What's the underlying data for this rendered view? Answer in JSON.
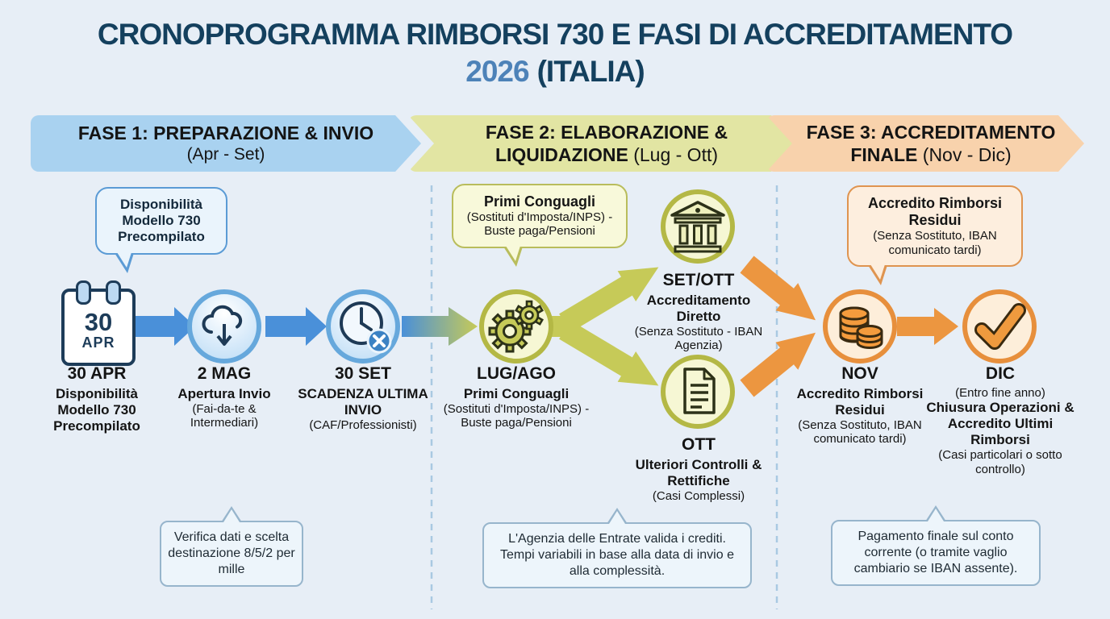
{
  "title": {
    "line1": "CRONOPROGRAMMA RIMBORSI 730 E FASI DI ACCREDITAMENTO",
    "year": "2026",
    "region": "(ITALIA)"
  },
  "phases": [
    {
      "label": "FASE 1: PREPARAZIONE & INVIO",
      "range": "(Apr - Set)",
      "color": "#a9d2f0"
    },
    {
      "label": "FASE 2: ELABORAZIONE & LIQUIDAZIONE",
      "range": "(Lug - Ott)",
      "color": "#e2e5a3"
    },
    {
      "label": "FASE 3: ACCREDITAMENTO FINALE",
      "range": "(Nov - Dic)",
      "color": "#f8d2ac"
    }
  ],
  "bubbles": [
    {
      "title": "Disponibilità Modello 730 Precompilato",
      "body": ""
    },
    {
      "title": "Primi Conguagli",
      "body": "(Sostituti d'Imposta/INPS) - Buste paga/Pensioni"
    },
    {
      "title": "Accredito Rimborsi Residui",
      "body": "(Senza Sostituto, IBAN comunicato tardi)"
    }
  ],
  "nodes": [
    {
      "icon": "calendar-icon",
      "calendar_day": "30",
      "calendar_month": "APR",
      "date": "30 APR",
      "title": "Disponibilità Modello 730 Precompilato",
      "subtitle": ""
    },
    {
      "icon": "cloud-download-icon",
      "date": "2 MAG",
      "title": "Apertura Invio",
      "subtitle": "(Fai-da-te & Intermediari)"
    },
    {
      "icon": "clock-deadline-icon",
      "date": "30 SET",
      "title": "SCADENZA ULTIMA INVIO",
      "subtitle": "(CAF/Professionisti)"
    },
    {
      "icon": "gears-icon",
      "date": "LUG/AGO",
      "title": "Primi Conguagli",
      "subtitle": "(Sostituti d'Imposta/INPS) - Buste paga/Pensioni"
    },
    {
      "icon": "bank-icon",
      "date": "SET/OTT",
      "title": "Accreditamento Diretto",
      "subtitle": "(Senza Sostituto - IBAN Agenzia)"
    },
    {
      "icon": "document-icon",
      "date": "OTT",
      "title": "Ulteriori Controlli & Rettifiche",
      "subtitle": "(Casi Complessi)"
    },
    {
      "icon": "coins-icon",
      "date": "NOV",
      "title": "Accredito Rimborsi Residui",
      "subtitle": "(Senza Sostituto, IBAN comunicato tardi)"
    },
    {
      "icon": "check-icon",
      "date": "DIC",
      "pre": "(Entro fine anno)",
      "title": "Chiusura Operazioni & Accredito Ultimi Rimborsi",
      "subtitle": "(Casi particolari o sotto controllo)"
    }
  ],
  "footnotes": [
    {
      "text": "Verifica dati e scelta destinazione 8/5/2 per mille"
    },
    {
      "text": "L'Agenzia delle Entrate valida i crediti. Tempi variabili in base alla data di invio e alla complessità."
    },
    {
      "text": "Pagamento finale sul conto corrente (o tramite vaglio cambiario se IBAN assente)."
    }
  ],
  "colors": {
    "background": "#e7eef6",
    "title": "#14405e",
    "title_year": "#4d82b8",
    "arrow_blue": "#4a90d9",
    "arrow_olive": "#c6ca58",
    "arrow_orange": "#ec9640",
    "divider_dashed": "#a9c9e2"
  }
}
